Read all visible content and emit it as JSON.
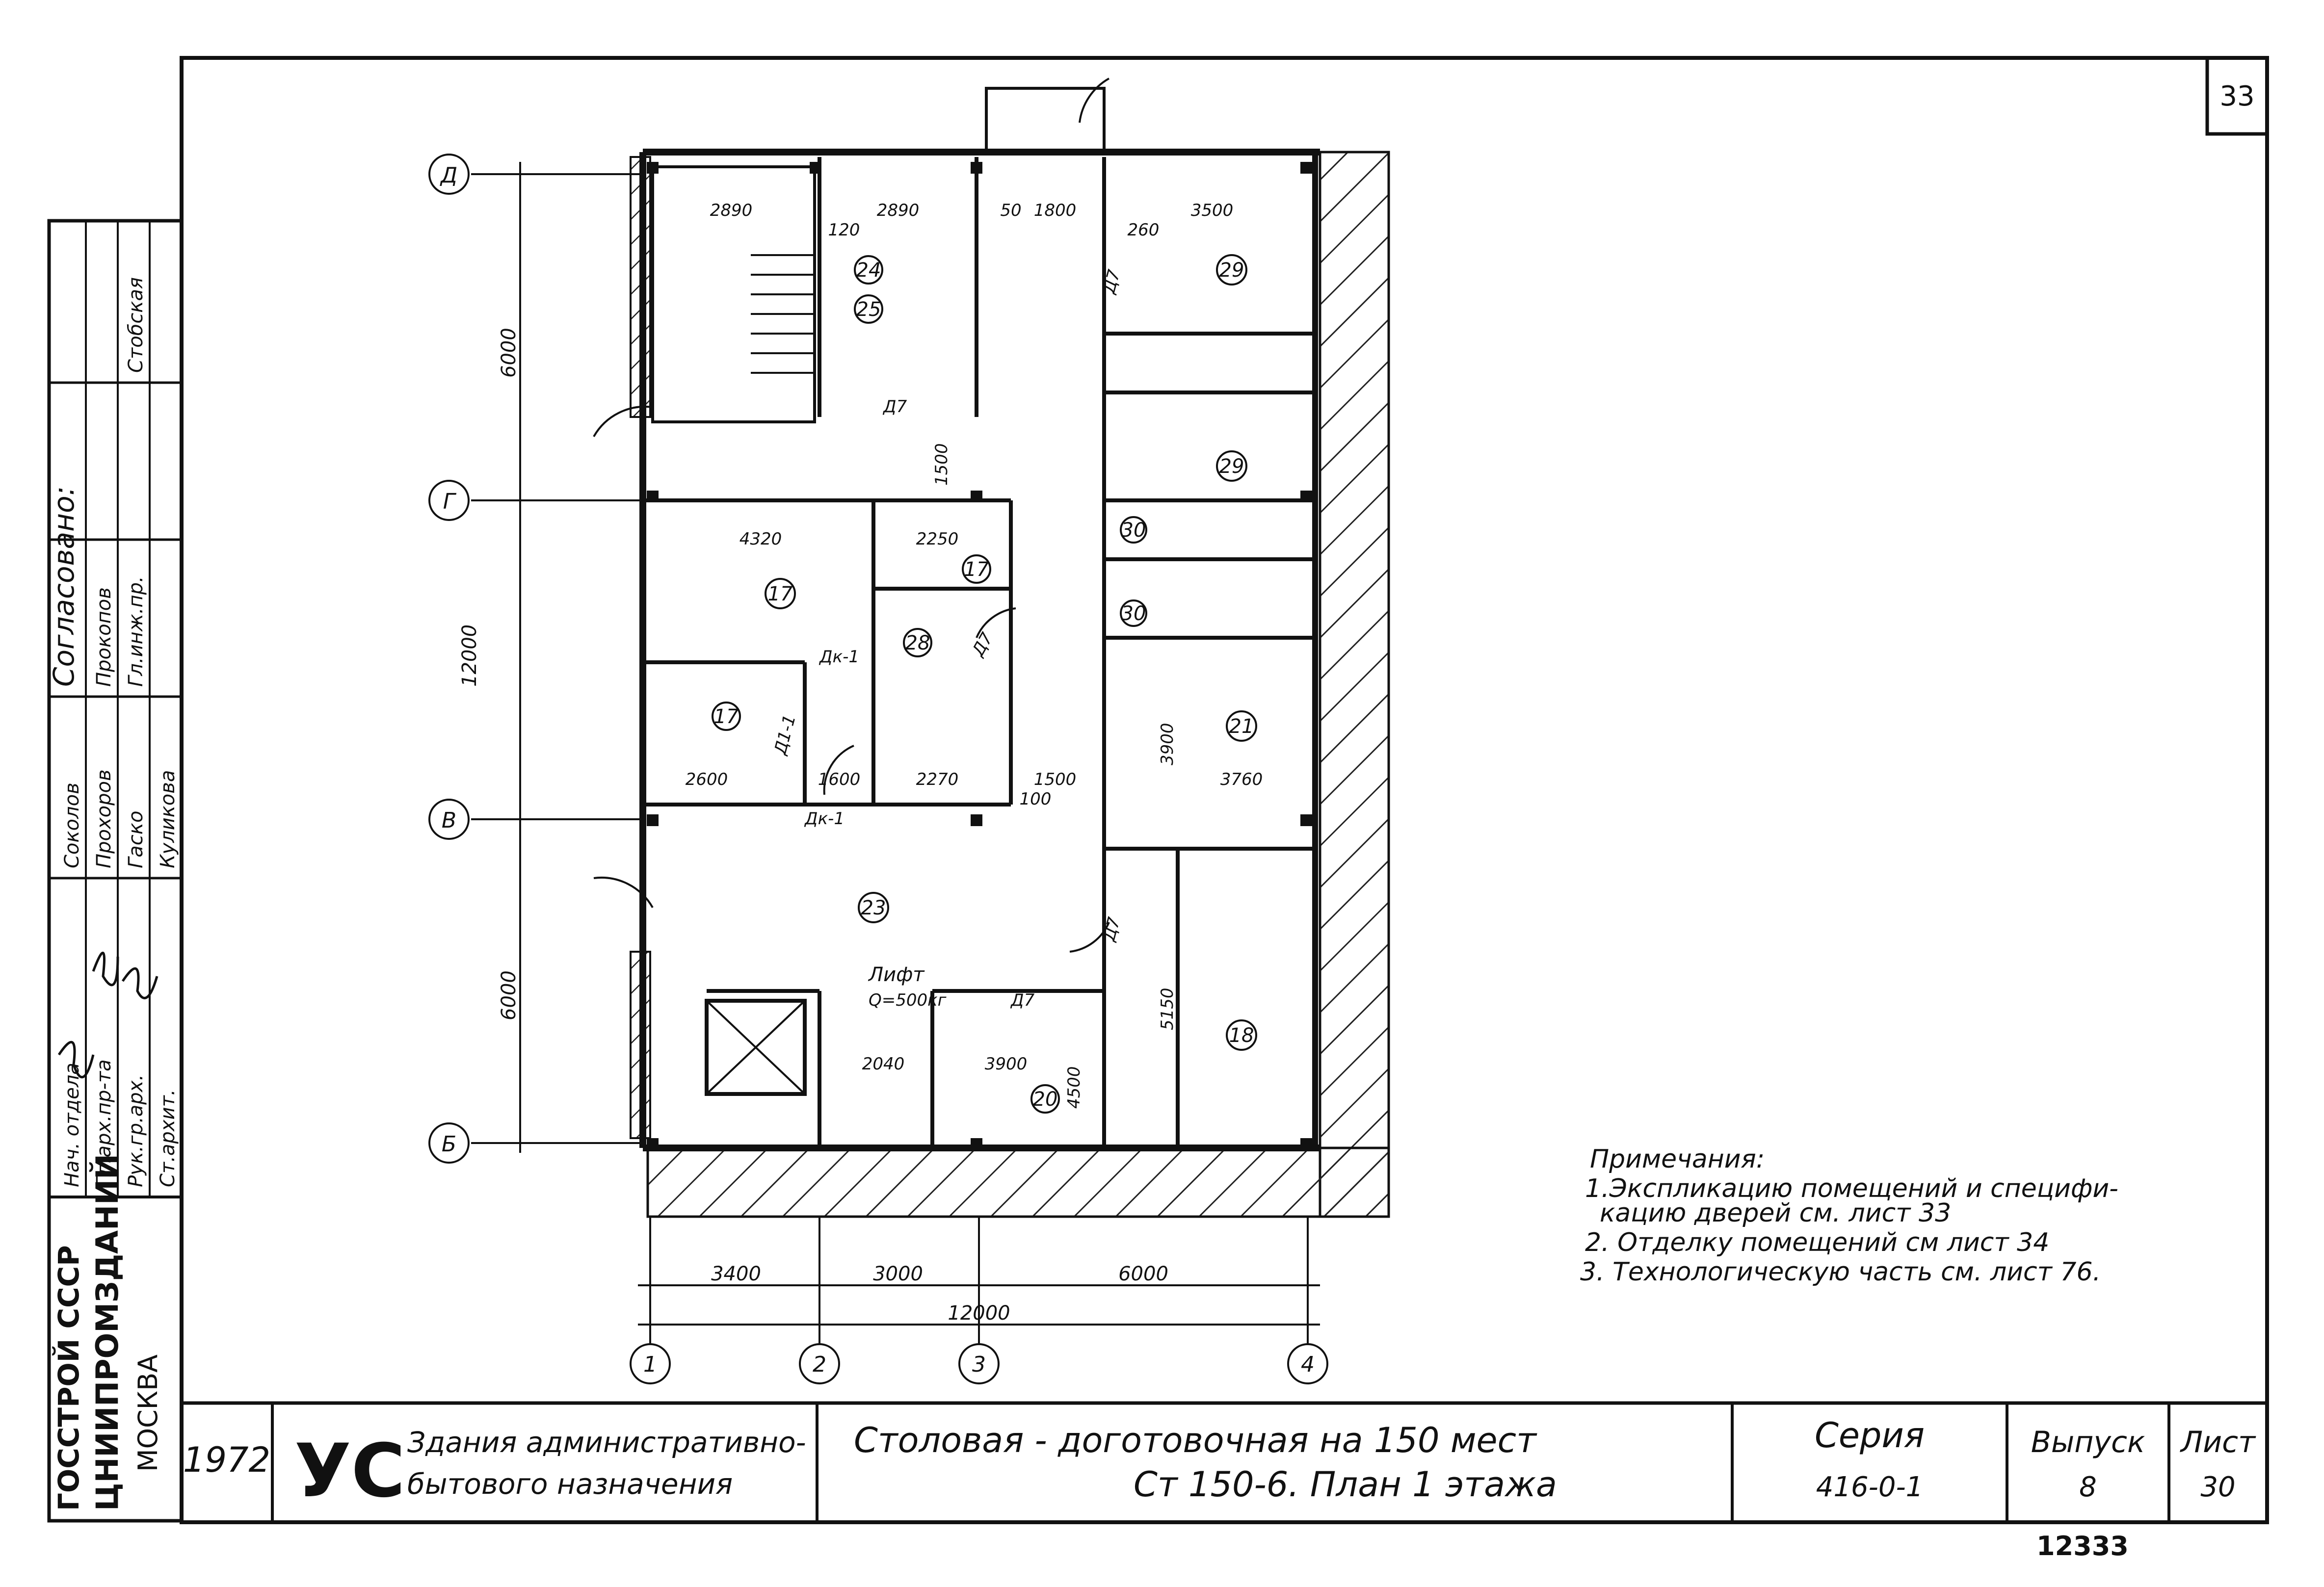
{
  "sheet": {
    "page_number": "33",
    "stamp_number": "12333"
  },
  "axes": {
    "rows": [
      "Д",
      "Г",
      "В",
      "Б"
    ],
    "cols": [
      "1",
      "2",
      "3",
      "4"
    ],
    "row_dims": [
      "6000",
      "12000",
      "6000"
    ],
    "col_dims": [
      "3400",
      "3000",
      "6000"
    ],
    "col_total": "12000"
  },
  "rooms": [
    "24",
    "25",
    "29",
    "29",
    "30",
    "30",
    "17",
    "17",
    "17",
    "28",
    "21",
    "23",
    "20",
    "18"
  ],
  "dims": [
    "2890",
    "2890",
    "3500",
    "4320",
    "2250",
    "2600",
    "1600",
    "2270",
    "1500",
    "3760",
    "2040",
    "3900",
    "4500",
    "5150",
    "3900",
    "1500",
    "50",
    "1800",
    "260",
    "120",
    "100"
  ],
  "door_marks": [
    "Д7",
    "Д7",
    "Д7",
    "Д7",
    "Д7",
    "Дк-1",
    "Дк-1",
    "Д1-1"
  ],
  "lift": {
    "label": "Лифт",
    "capacity": "Q=500кг"
  },
  "notes": {
    "title": "Примечания:",
    "items": [
      "1.Экспликацию помещений и специфи-",
      "кацию дверей см. лист 33",
      "2. Отделку помещений см лист 34",
      "3. Технологическую часть см. лист 76."
    ]
  },
  "approval": {
    "title": "Согласовано:",
    "rows": [
      [
        "Нач. отдела",
        "Соколов",
        "Прокопов",
        "Стобская"
      ],
      [
        "Гл.арх.пр-та",
        "Прохоров",
        "Гл.инж.пр.",
        ""
      ],
      [
        "Рук.гр.арх.",
        "Гаско",
        "",
        ""
      ],
      [
        "Ст.архит.",
        "Куликова",
        "",
        ""
      ]
    ]
  },
  "org": {
    "line1": "ГОССТРОЙ СССР",
    "line2": "ЦНИИПРОМЗДАНИЙ",
    "line3": "МОСКВА"
  },
  "title_block": {
    "year": "1972",
    "logo": "УС",
    "category_line1": "Здания административно-",
    "category_line2": "бытового назначения",
    "project_line1": "Столовая - доготовочная   на 150 мест",
    "project_line2": "Ст 150-6.  План 1 этажа",
    "series_label": "Серия",
    "series_value": "416-0-1",
    "issue_label": "Выпуск",
    "issue_value": "8",
    "sheet_label": "Лист",
    "sheet_value": "30"
  }
}
